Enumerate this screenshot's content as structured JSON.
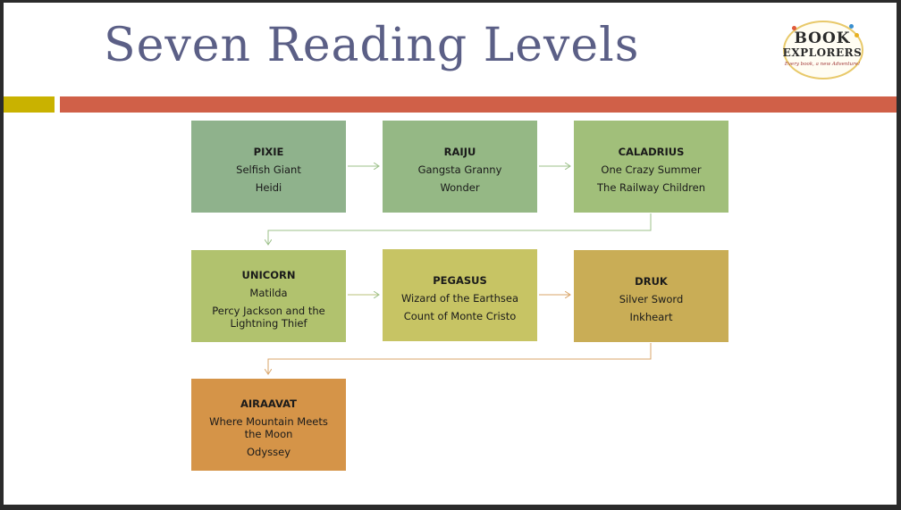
{
  "slide": {
    "title": "Seven Reading Levels",
    "accent_gold": "#c9b200",
    "accent_red": "#d06048",
    "title_color": "#5b5f86"
  },
  "logo": {
    "line1": "BOOK",
    "line2": "EXPLORERS",
    "tagline": "Every book, a new Adventure!"
  },
  "levels": [
    {
      "name": "PIXIE",
      "books": [
        "Selfish Giant",
        "Heidi"
      ],
      "color": "#8fb28c"
    },
    {
      "name": "RAIJU",
      "books": [
        "Gangsta Granny",
        "Wonder"
      ],
      "color": "#95b885"
    },
    {
      "name": "CALADRIUS",
      "books": [
        "One Crazy Summer",
        "The Railway Children"
      ],
      "color": "#a1bf7a"
    },
    {
      "name": "UNICORN",
      "books": [
        "Matilda",
        "Percy Jackson and the Lightning Thief"
      ],
      "color": "#b1c26e"
    },
    {
      "name": "PEGASUS",
      "books": [
        "Wizard of the Earthsea",
        "Count of Monte Cristo"
      ],
      "color": "#c7c464"
    },
    {
      "name": "DRUK",
      "books": [
        "Silver Sword",
        "Inkheart"
      ],
      "color": "#c9ad56"
    },
    {
      "name": "AIRAAVAT",
      "books": [
        "Where Mountain Meets the Moon",
        "Odyssey"
      ],
      "color": "#d59448"
    }
  ]
}
